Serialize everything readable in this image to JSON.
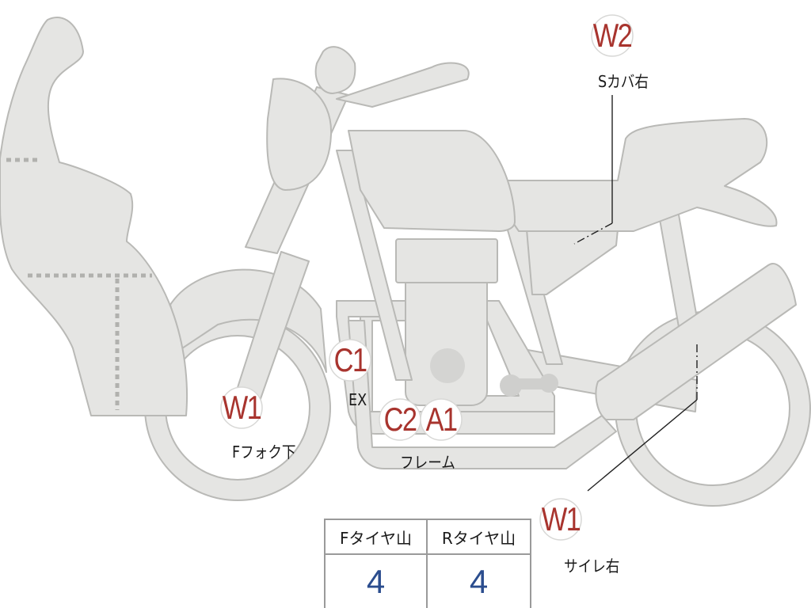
{
  "markers": [
    {
      "id": "w2",
      "code": "W2",
      "label": "Sカバ右"
    },
    {
      "id": "c1",
      "code": "C1",
      "label": "EX"
    },
    {
      "id": "w1-front",
      "code": "W1",
      "label": "Fフォク下"
    },
    {
      "id": "c2",
      "code": "C2",
      "label": "フレーム"
    },
    {
      "id": "a1",
      "code": "A1",
      "label": ""
    },
    {
      "id": "w1-rear",
      "code": "W1",
      "label": "サイレ右"
    }
  ],
  "tire_table": {
    "headers": [
      "Fタイヤ山",
      "Rタイヤ山"
    ],
    "values": [
      "4",
      "4"
    ]
  },
  "colors": {
    "marker_code": "#a8342e",
    "table_value": "#2b4d8e",
    "part_fill": "#e5e5e3",
    "part_outline": "#b9b9b6"
  }
}
